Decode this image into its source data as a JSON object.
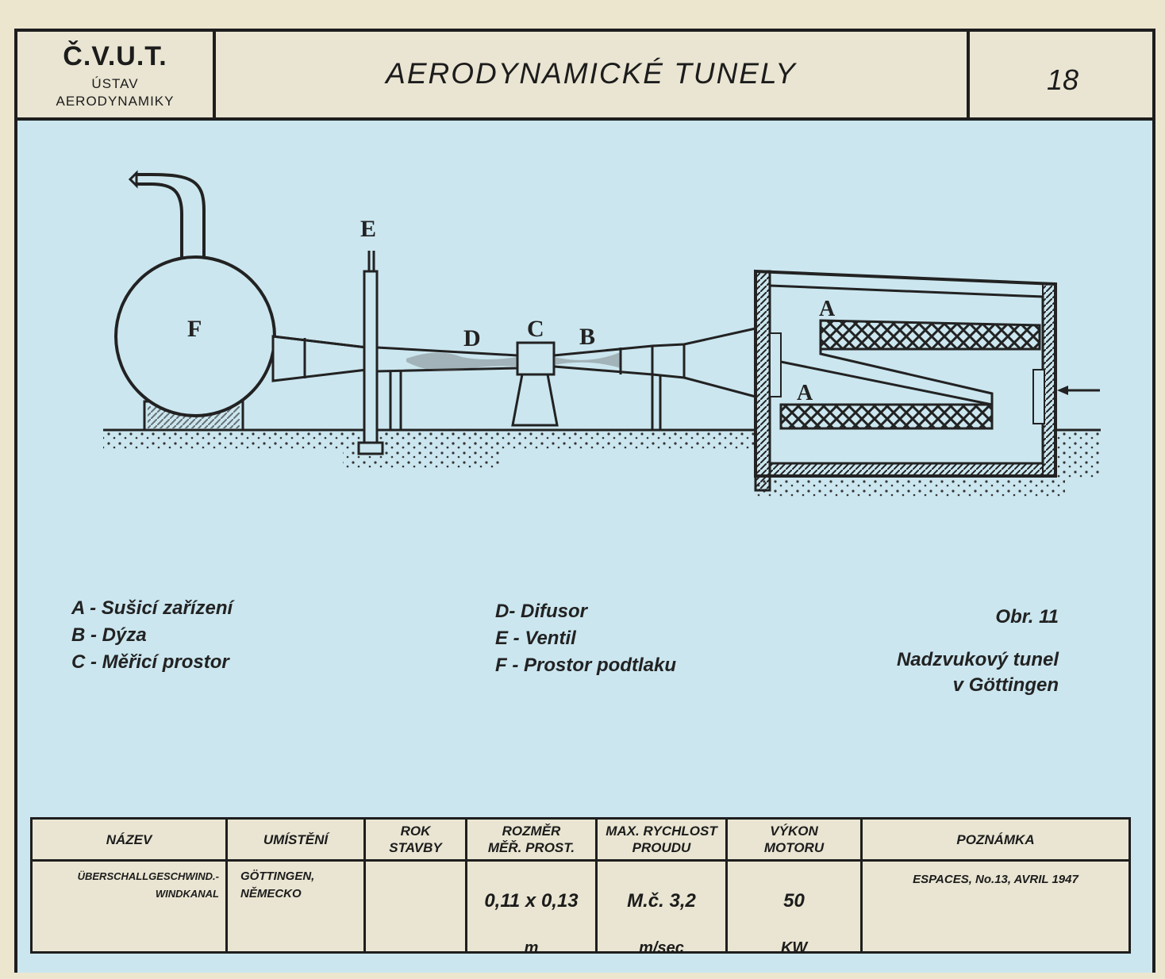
{
  "header": {
    "institution": "Č.V.U.T.",
    "institution_line1": "ÚSTAV",
    "institution_line2": "AERODYNAMIKY",
    "title": "AERODYNAMICKÉ TUNELY",
    "sheet_number": "18"
  },
  "diagram_labels": {
    "F": "F",
    "E": "E",
    "D": "D",
    "C": "C",
    "B": "B",
    "A": "A"
  },
  "legend": {
    "items_left": [
      "A - Sušicí zařízení",
      "B - Dýza",
      "C - Měřicí prostor"
    ],
    "items_mid": [
      "D- Difusor",
      "E - Ventil",
      "F - Prostor podtlaku"
    ]
  },
  "caption": {
    "figure_ref": "Obr. 11",
    "line1": "Nadzvukový tunel",
    "line2": "v Göttingen"
  },
  "table": {
    "headers": {
      "name": "NÁZEV",
      "location": "UMÍSTĚNÍ",
      "year_line1": "ROK",
      "year_line2": "STAVBY",
      "size_line1": "ROZMĚR",
      "size_line2": "MĚŘ. PROST.",
      "speed_line1": "MAX. RYCHLOST",
      "speed_line2": "PROUDU",
      "power_line1": "VÝKON",
      "power_line2": "MOTORU",
      "note": "POZNÁMKA"
    },
    "row": {
      "name_line1": "ÜBERSCHALLGESCHWIND.-",
      "name_line2": "WINDKANAL",
      "location_line1": "GÖTTINGEN,",
      "location_line2": "NĚMECKO",
      "year": "",
      "size": "0,11 x 0,13",
      "size_unit": "m",
      "speed": "M.č. 3,2",
      "speed_unit": "m/sec",
      "power": "50",
      "power_unit": "KW",
      "note": "ESPACES, No.13, AVRIL 1947"
    }
  }
}
